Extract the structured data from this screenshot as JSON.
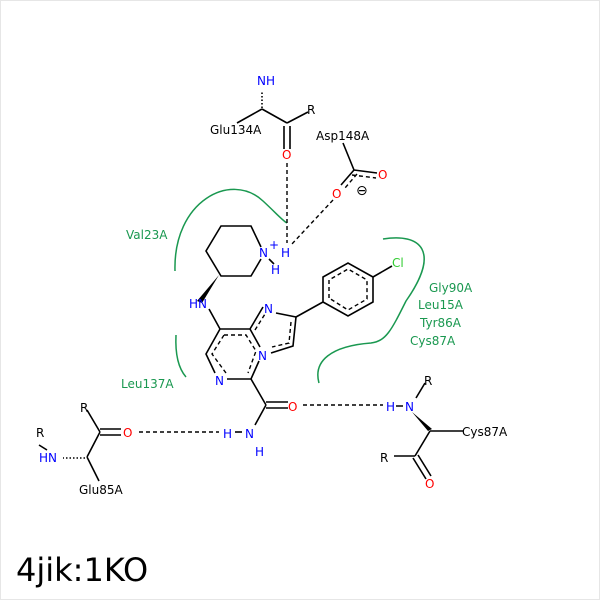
{
  "title": "4jik:1KO",
  "atoms": {
    "nh": "NH",
    "n": "N",
    "nplus": "N",
    "plus": "+",
    "h": "H",
    "hn": "HN",
    "o": "O",
    "r": "R",
    "cl": "Cl",
    "minus": "⊖"
  },
  "residues": {
    "glu134": "Glu134A",
    "asp148": "Asp148A",
    "glu85": "Glu85A",
    "cys87": "Cys87A"
  },
  "hydrophobic": {
    "val23": "Val23A",
    "leu137": "Leu137A",
    "gly90": "Gly90A",
    "leu15": "Leu15A",
    "tyr86": "Tyr86A",
    "cys87": "Cys87A"
  },
  "colors": {
    "nitrogen": "#0000ff",
    "oxygen": "#ff0000",
    "chlorine": "#33cc33",
    "hydrophobic": "#1a9850"
  }
}
